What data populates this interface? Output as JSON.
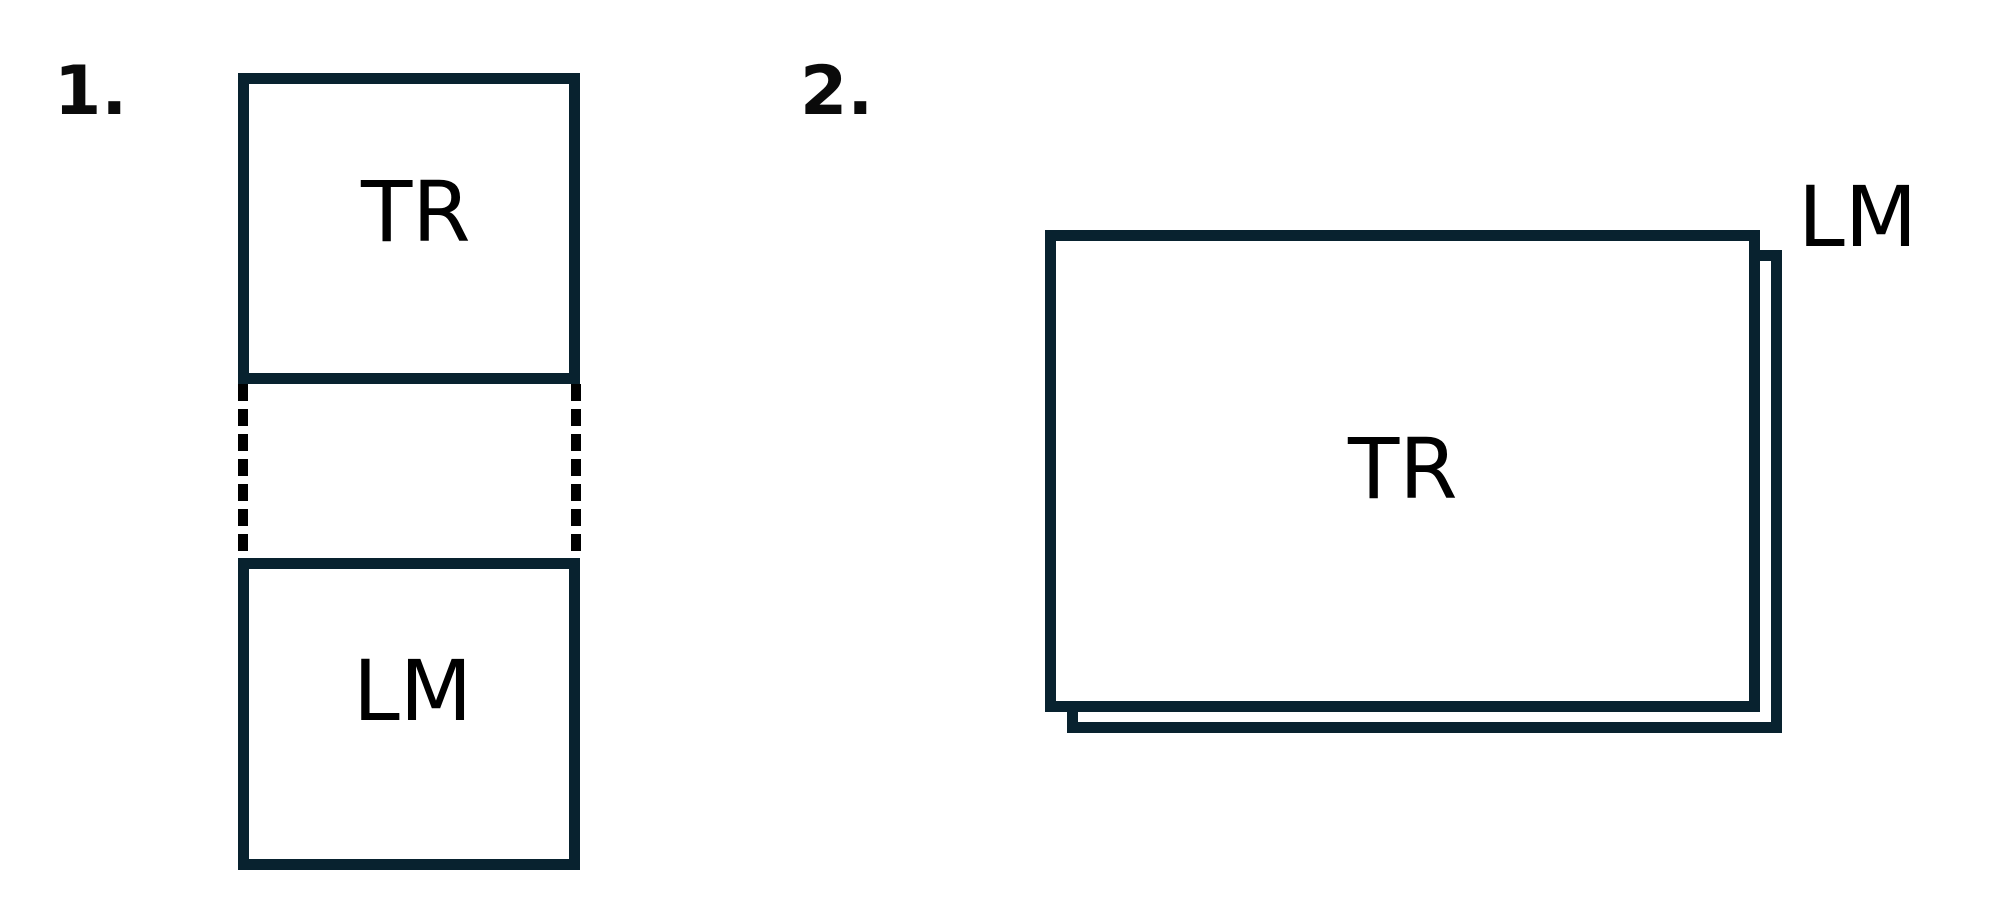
{
  "diagram": {
    "panel1": {
      "number": "1.",
      "top_box_label": "TR",
      "bottom_box_label": "LM"
    },
    "panel2": {
      "number": "2.",
      "front_box_label": "TR",
      "back_box_label": "LM"
    },
    "colors": {
      "box_stroke": "#08222f",
      "text": "#000000"
    }
  }
}
